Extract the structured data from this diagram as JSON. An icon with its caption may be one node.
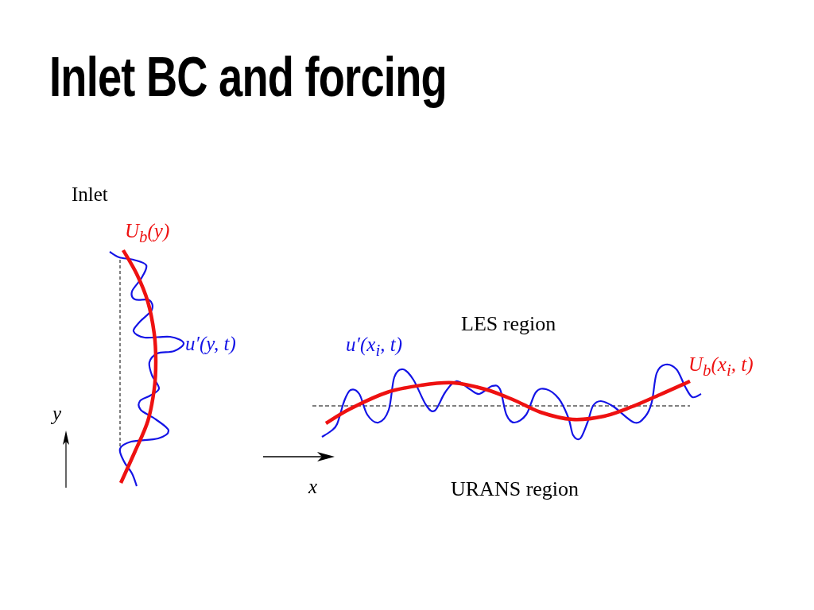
{
  "diagram": {
    "title": "Inlet BC and forcing",
    "labels": [
      "Inlet",
      "U$_{b}$(y)",
      "LES region",
      "u′(y, t)",
      "u′(x$_{i}$, t)",
      "U$_{b}$(x$_{i}$, t)",
      "y",
      "x",
      "URANS region"
    ]
  }
}
